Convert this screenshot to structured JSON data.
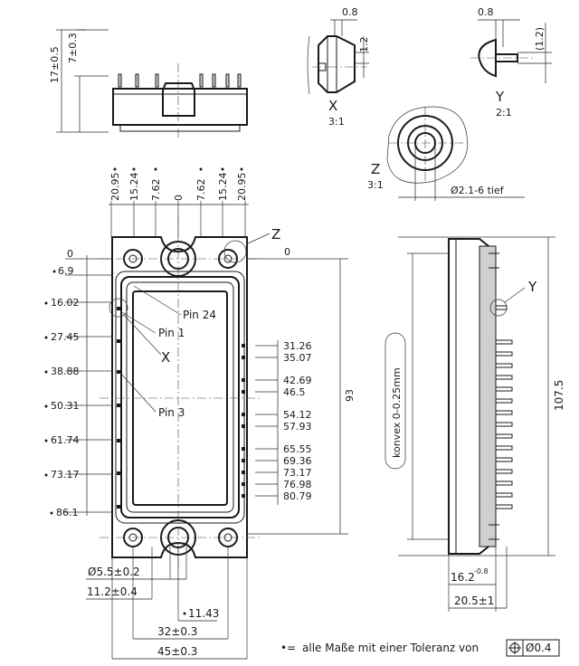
{
  "side_view": {
    "height_total": "17±0.5",
    "height_body": "7±0.3"
  },
  "detail_x": {
    "letter": "X",
    "scale": "3:1",
    "dim_width": "0.8",
    "dim_height": "1.2"
  },
  "detail_y": {
    "letter": "Y",
    "scale": "2:1",
    "dim_width": "0.8",
    "dim_height": "(1.2)"
  },
  "detail_z": {
    "letter": "Z",
    "scale": "3:1",
    "hole": "Ø2.1-6 tief"
  },
  "top_dims": [
    "20.95",
    "15.24",
    "7.62",
    "0",
    "7.62",
    "15.24",
    "20.95"
  ],
  "left_dims": [
    "0",
    "6.9",
    "16.02",
    "27.45",
    "38.88",
    "50.31",
    "61.74",
    "73.17",
    "86.1"
  ],
  "right_dims": [
    "0",
    "31.26",
    "35.07",
    "42.69",
    "46.5",
    "54.12",
    "57.93",
    "65.55",
    "69.36",
    "73.17",
    "76.98",
    "80.79"
  ],
  "pin_labels": {
    "pin24": "Pin 24",
    "pin1": "Pin 1",
    "pin3": "Pin 3",
    "x": "X",
    "z": "Z",
    "y": "Y"
  },
  "main_dims": {
    "length_93": "93",
    "length_107": "107.5",
    "hole_dia": "Ø5.5±0.2",
    "offset_11_2": "11.2±0.4",
    "offset_11_43": "11.43",
    "width_32": "32±0.3",
    "width_45": "45±0.3",
    "profile_16_2": "16.2",
    "profile_16_2_tol": "-0.8",
    "profile_20_5": "20.5±1",
    "convex": "konvex 0-0.25mm"
  },
  "footnote": {
    "star": "•=",
    "text": "alle Maße mit einer Toleranz von",
    "tolerance": "Ø0.4"
  }
}
